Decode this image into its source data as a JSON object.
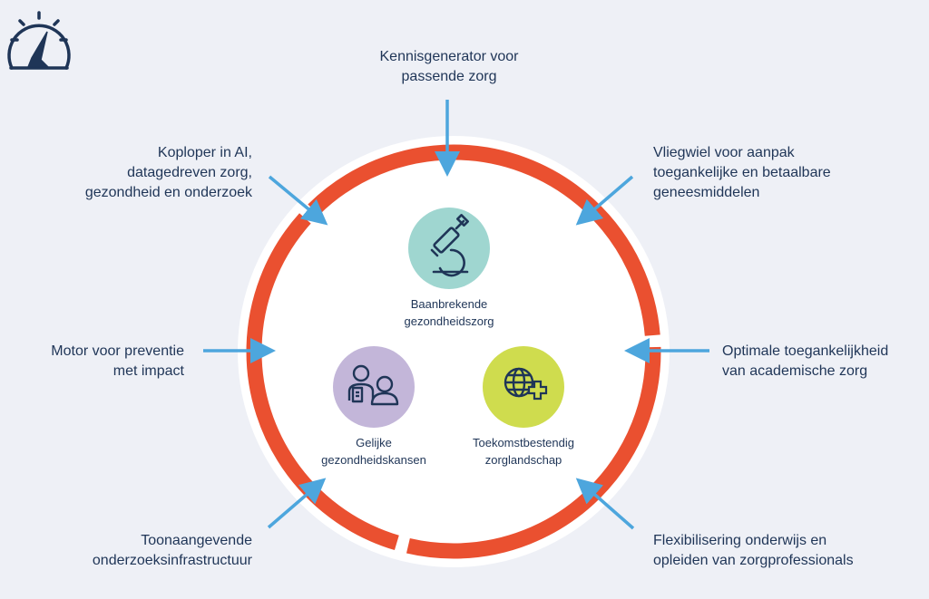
{
  "outer_labels": {
    "top": [
      "Kennisgenerator voor",
      "passende zorg"
    ],
    "top_left": [
      "Koploper in AI,",
      "datagedreven zorg,",
      "gezondheid en onderzoek"
    ],
    "top_right": [
      "Vliegwiel voor aanpak",
      "toegankelijke en betaalbare",
      "geneesmiddelen"
    ],
    "left": [
      "Motor voor preventie",
      "met impact"
    ],
    "right": [
      "Optimale toegankelijkheid",
      "van academische zorg"
    ],
    "bottom_left": [
      "Toonaangevende",
      "onderzoeksinfrastructuur"
    ],
    "bottom_right": [
      "Flexibilisering onderwijs en",
      "opleiden van zorgprofessionals"
    ]
  },
  "pillars": [
    {
      "label": [
        "Baanbrekende",
        "gezondheidszorg"
      ],
      "icon": "microscope-icon",
      "color": "#9fd6d0"
    },
    {
      "label": [
        "Gelijke",
        "gezondheidskansen"
      ],
      "icon": "people-icon",
      "color": "#c3b6d9"
    },
    {
      "label": [
        "Toekomstbestendig",
        "zorglandschap"
      ],
      "icon": "globe-plus-icon",
      "color": "#cfdc4e"
    }
  ],
  "colors": {
    "ring": "#ea5030",
    "arrow": "#4da6dd",
    "text": "#1f3557",
    "background": "#eef0f6"
  },
  "logo_icon": "speedometer-icon"
}
